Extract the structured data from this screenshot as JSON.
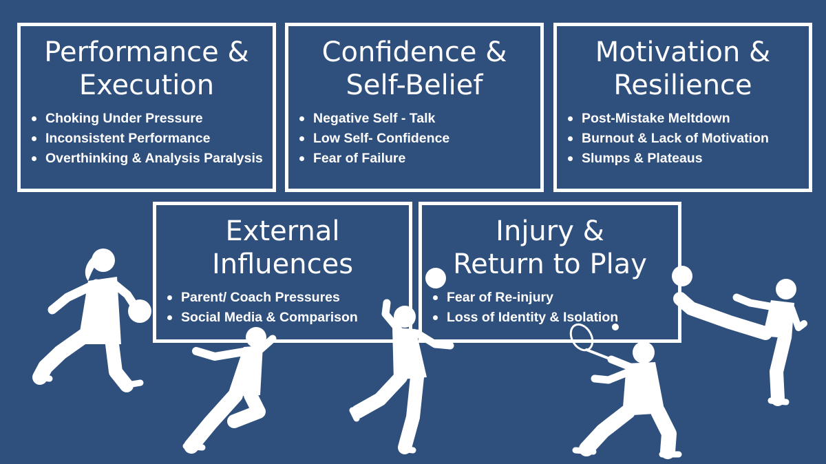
{
  "boxes": [
    {
      "title_lines": [
        "Performance &",
        "Execution"
      ],
      "bullets": [
        "Choking Under Pressure",
        "Inconsistent Performance",
        "Overthinking & Analysis Paralysis"
      ]
    },
    {
      "title_lines": [
        "Confidence &",
        "Self-Belief"
      ],
      "bullets": [
        "Negative Self - Talk",
        "Low Self- Confidence",
        "Fear of Failure"
      ]
    },
    {
      "title_lines": [
        "Motivation &",
        "Resilience"
      ],
      "bullets": [
        "Post-Mistake Meltdown",
        "Burnout & Lack of Motivation",
        "Slumps & Plateaus"
      ]
    },
    {
      "title_lines": [
        "External",
        "Influences"
      ],
      "bullets": [
        "Parent/ Coach Pressures",
        "Social Media & Comparison"
      ]
    },
    {
      "title_lines": [
        "Injury &",
        "Return to Play"
      ],
      "bullets": [
        "Fear of Re-injury",
        "Loss of Identity & Isolation"
      ]
    }
  ],
  "colors": {
    "background": "#2f4f7d",
    "foreground": "#ffffff"
  },
  "icons": [
    "basketball-player-icon",
    "sprinter-icon",
    "volleyball-player-icon",
    "tennis-player-icon",
    "soccer-player-icon",
    "volleyball-ball-icon",
    "soccer-ball-icon",
    "basketball-icon",
    "tennis-ball-icon"
  ]
}
